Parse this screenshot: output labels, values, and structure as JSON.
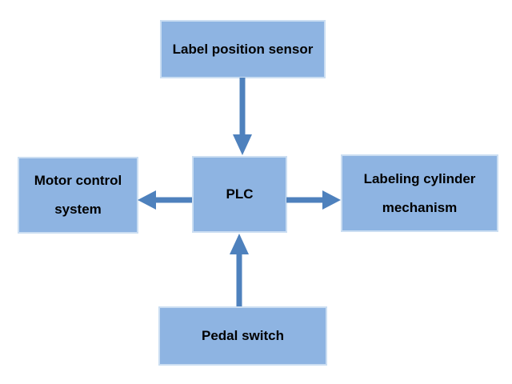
{
  "diagram": {
    "type": "block-diagram",
    "nodes": {
      "sensor": {
        "label": "Label position sensor"
      },
      "motor": {
        "label": "Motor control system"
      },
      "plc": {
        "label": "PLC"
      },
      "cylinder": {
        "label": "Labeling cylinder mechanism"
      },
      "pedal": {
        "label": "Pedal switch"
      }
    },
    "connections": [
      {
        "from": "Label position sensor",
        "to": "PLC",
        "direction": "down"
      },
      {
        "from": "PLC",
        "to": "Motor control system",
        "direction": "left"
      },
      {
        "from": "PLC",
        "to": "Labeling cylinder mechanism",
        "direction": "right"
      },
      {
        "from": "Pedal switch",
        "to": "PLC",
        "direction": "up"
      }
    ],
    "colors": {
      "node_fill": "#8EB4E2",
      "node_border": "#CBDEF2",
      "arrow": "#4E81BD",
      "text": "#000000",
      "background": "#FFFFFF"
    }
  }
}
